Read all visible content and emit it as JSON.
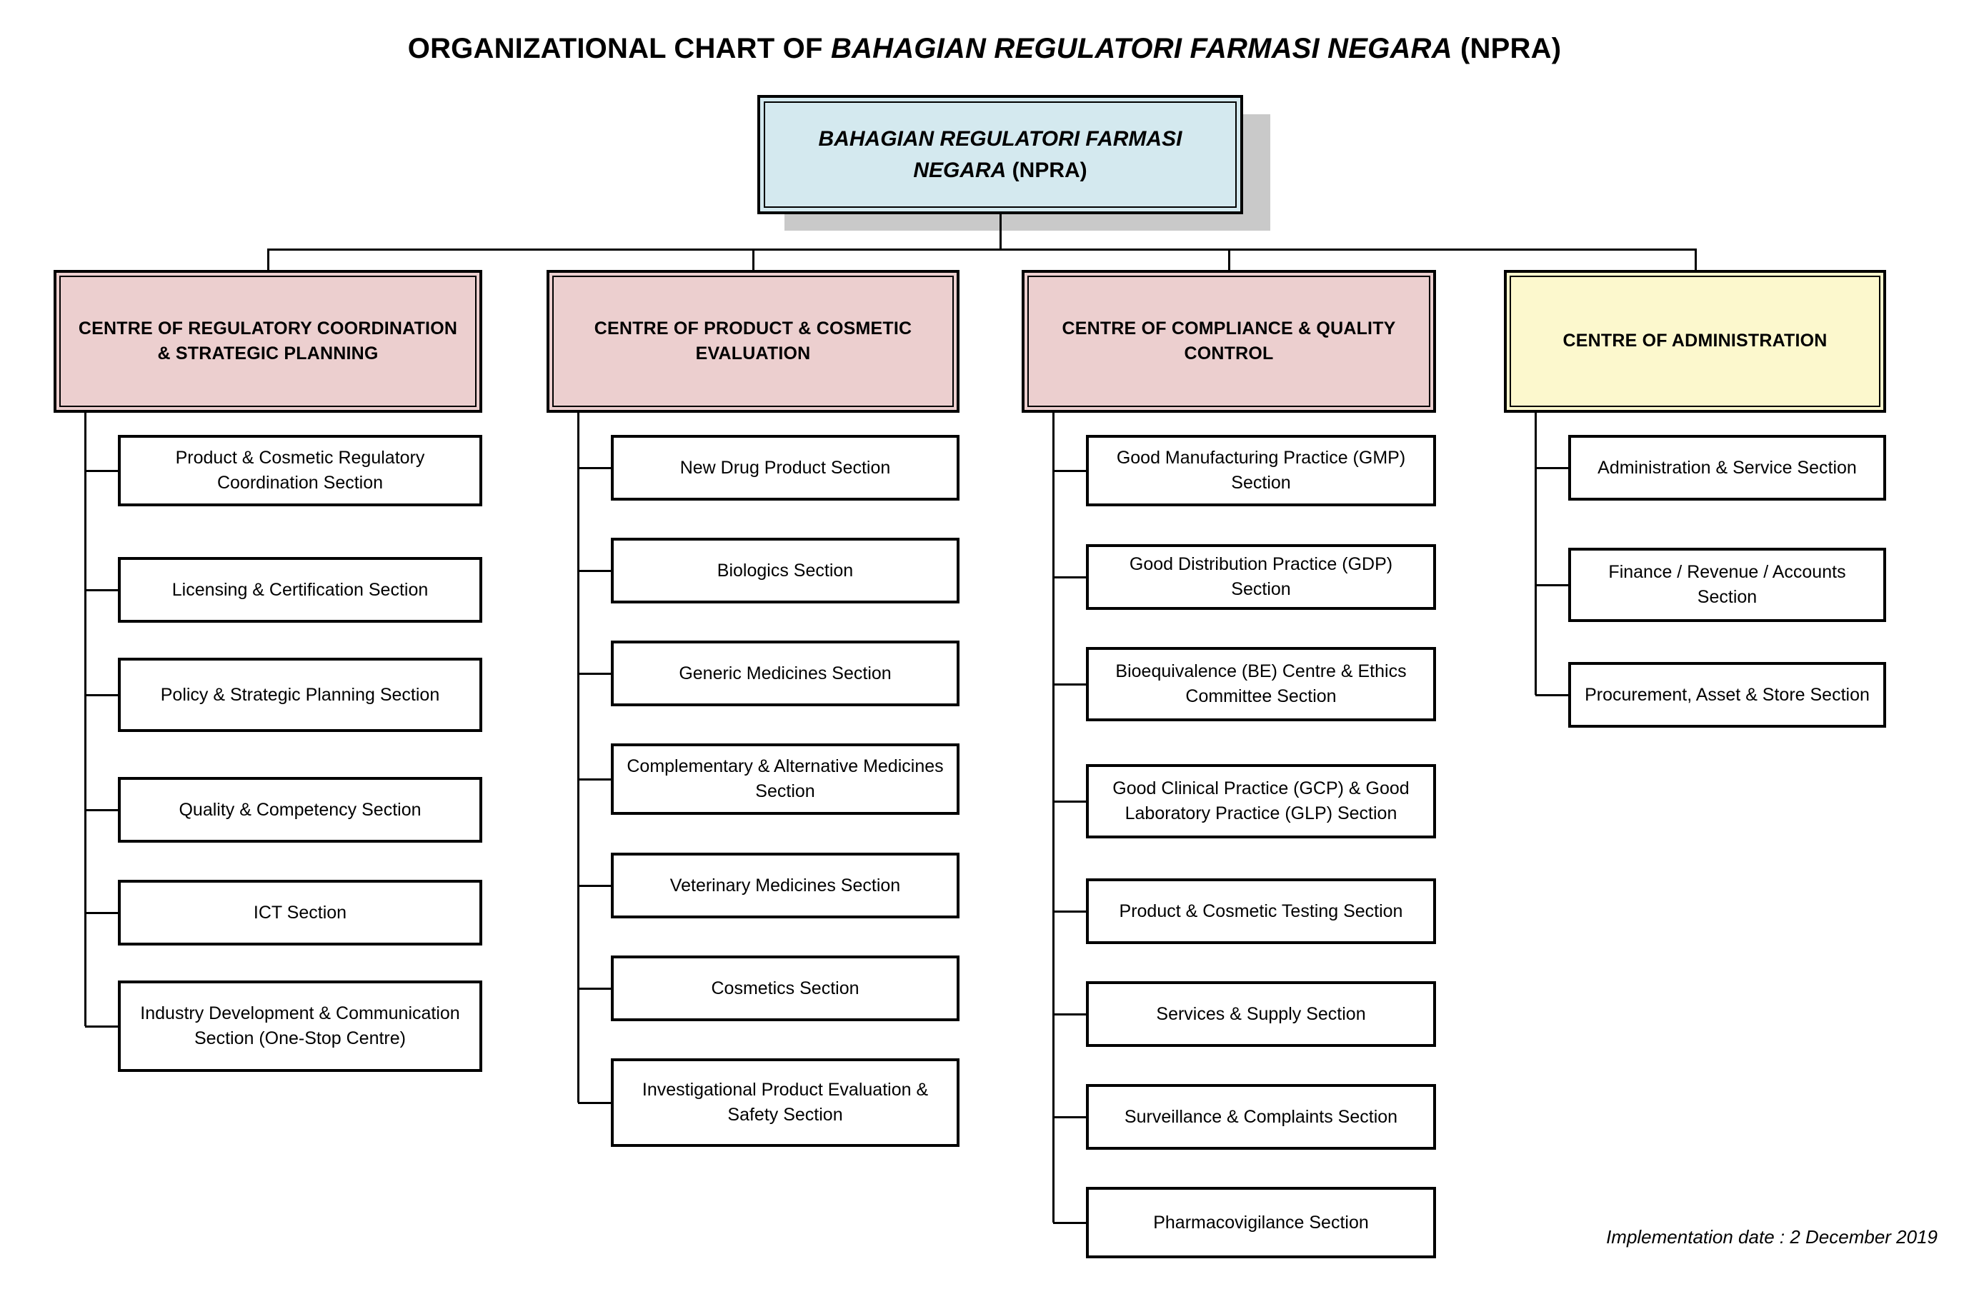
{
  "title": {
    "prefix": "ORGANIZATIONAL CHART OF ",
    "emphasis": "BAHAGIAN REGULATORI FARMASI NEGARA",
    "suffix": " (NPRA)"
  },
  "colors": {
    "root_fill": "#d4e9ef",
    "centre_fill": "#eccfcf",
    "administration_fill": "#fcf8cd",
    "shadow": "#c9c9c9",
    "line": "#000000",
    "leaf_fill": "#ffffff"
  },
  "root": {
    "emphasis": "BAHAGIAN REGULATORI FARMASI",
    "line2_emphasis": "NEGARA",
    "line2_suffix": " (NPRA)"
  },
  "columns": [
    {
      "label": "CENTRE OF REGULATORY COORDINATION & STRATEGIC PLANNING",
      "fill": "pink",
      "children": [
        "Product & Cosmetic Regulatory Coordination Section",
        "Licensing & Certification Section",
        "Policy & Strategic Planning Section",
        "Quality & Competency Section",
        "ICT Section",
        "Industry Development & Communication Section (One-Stop Centre)"
      ]
    },
    {
      "label": "CENTRE OF PRODUCT & COSMETIC EVALUATION",
      "fill": "pink",
      "children": [
        "New Drug Product Section",
        "Biologics Section",
        "Generic Medicines Section",
        "Complementary & Alternative Medicines Section",
        "Veterinary Medicines Section",
        "Cosmetics Section",
        "Investigational Product Evaluation & Safety Section"
      ]
    },
    {
      "label": "CENTRE OF COMPLIANCE & QUALITY CONTROL",
      "fill": "pink",
      "children": [
        "Good Manufacturing Practice (GMP) Section",
        "Good Distribution Practice (GDP) Section",
        "Bioequivalence (BE) Centre & Ethics Committee Section",
        "Good Clinical Practice (GCP) & Good Laboratory Practice (GLP) Section",
        "Product & Cosmetic Testing Section",
        "Services & Supply Section",
        "Surveillance & Complaints Section",
        "Pharmacovigilance Section"
      ]
    },
    {
      "label": "CENTRE OF ADMINISTRATION",
      "fill": "yellow",
      "children": [
        "Administration & Service Section",
        "Finance / Revenue / Accounts Section",
        "Procurement, Asset & Store Section"
      ]
    }
  ],
  "footer": "Implementation date : 2 December 2019"
}
